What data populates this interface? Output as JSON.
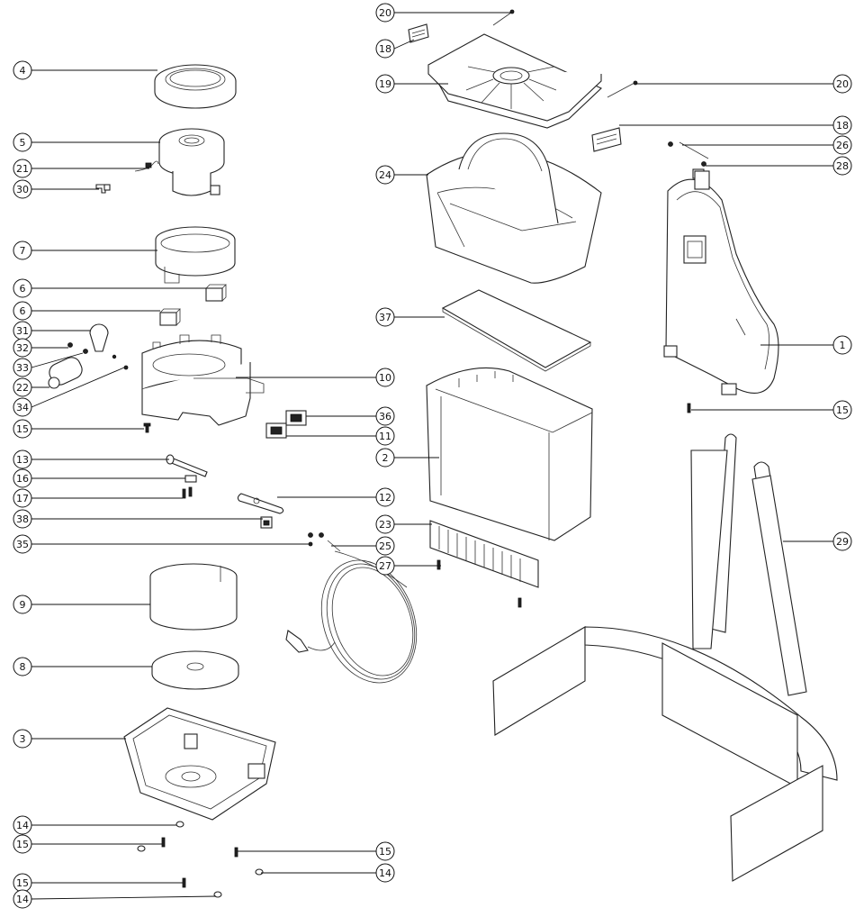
{
  "callouts": [
    {
      "num": "20"
    },
    {
      "num": "18"
    },
    {
      "num": "19"
    },
    {
      "num": "20"
    },
    {
      "num": "18"
    },
    {
      "num": "26"
    },
    {
      "num": "28"
    },
    {
      "num": "24"
    },
    {
      "num": "4"
    },
    {
      "num": "5"
    },
    {
      "num": "21"
    },
    {
      "num": "30"
    },
    {
      "num": "7"
    },
    {
      "num": "6"
    },
    {
      "num": "6"
    },
    {
      "num": "31"
    },
    {
      "num": "32"
    },
    {
      "num": "33"
    },
    {
      "num": "22"
    },
    {
      "num": "34"
    },
    {
      "num": "10"
    },
    {
      "num": "15"
    },
    {
      "num": "36"
    },
    {
      "num": "11"
    },
    {
      "num": "13"
    },
    {
      "num": "2"
    },
    {
      "num": "16"
    },
    {
      "num": "17"
    },
    {
      "num": "12"
    },
    {
      "num": "38"
    },
    {
      "num": "23"
    },
    {
      "num": "35"
    },
    {
      "num": "25"
    },
    {
      "num": "27"
    },
    {
      "num": "9"
    },
    {
      "num": "8"
    },
    {
      "num": "3"
    },
    {
      "num": "14"
    },
    {
      "num": "15"
    },
    {
      "num": "15"
    },
    {
      "num": "14"
    },
    {
      "num": "15"
    },
    {
      "num": "14"
    },
    {
      "num": "37"
    },
    {
      "num": "1"
    },
    {
      "num": "15"
    },
    {
      "num": "29"
    }
  ]
}
